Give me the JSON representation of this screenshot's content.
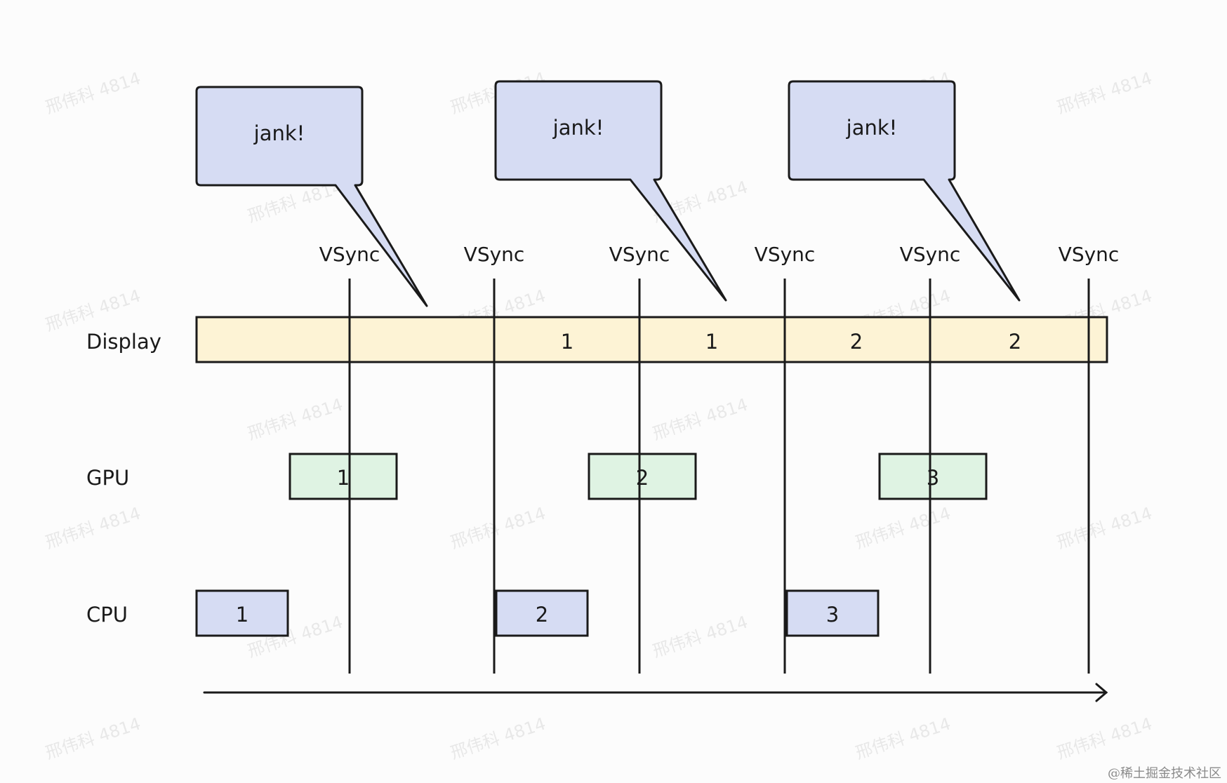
{
  "rows": [
    {
      "label": "Display"
    },
    {
      "label": "GPU"
    },
    {
      "label": "CPU"
    }
  ],
  "vsync": [
    "VSync",
    "VSync",
    "VSync",
    "VSync",
    "VSync",
    "VSync"
  ],
  "display_frames": [
    "1",
    "1",
    "2",
    "2"
  ],
  "gpu_frames": [
    "1",
    "2",
    "3"
  ],
  "cpu_frames": [
    "1",
    "2",
    "3"
  ],
  "callouts": [
    "jank!",
    "jank!",
    "jank!"
  ],
  "watermark": "邢伟科 4814",
  "credit": "@稀土掘金技术社区",
  "colors": {
    "display": "#fdf3d5",
    "gpu": "#dff3e3",
    "cpu": "#d6dcf3",
    "callout": "#d6dcf3",
    "stroke": "#1a1a1a"
  }
}
